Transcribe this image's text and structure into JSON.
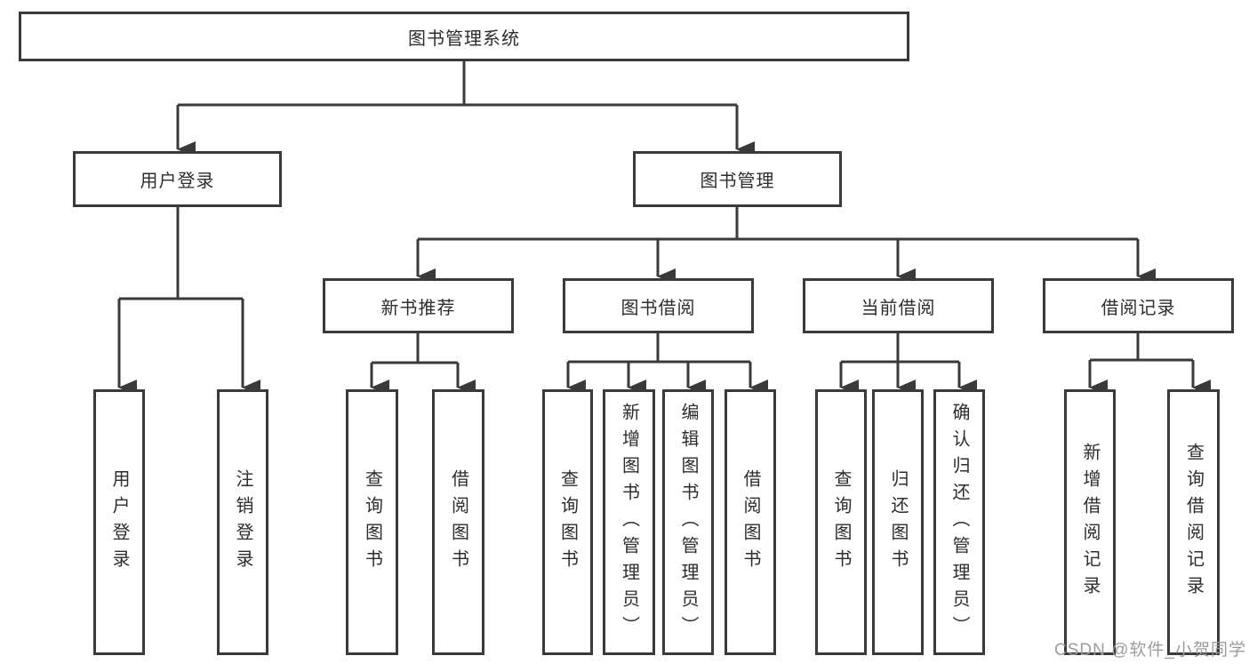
{
  "diagram": {
    "title": "图书管理系统",
    "colors": {
      "line": "#3a3a3a",
      "text": "#2d2d2d",
      "background": "#ffffff",
      "watermark": "#9c9c9c"
    },
    "user_login": {
      "label": "用户登录",
      "children": {
        "login": "用户登录",
        "logout": "注销登录"
      }
    },
    "book_mgmt": {
      "label": "图书管理",
      "new_books": {
        "label": "新书推荐",
        "children": {
          "query": "查询图书",
          "borrow": "借阅图书"
        }
      },
      "borrowing": {
        "label": "图书借阅",
        "children": {
          "query": "查询图书",
          "add": "新增图书（管理员）",
          "edit": "编辑图书（管理员）",
          "borrow": "借阅图书"
        }
      },
      "current": {
        "label": "当前借阅",
        "children": {
          "query": "查询图书",
          "return": "归还图书",
          "confirm": "确认归还（管理员）"
        }
      },
      "records": {
        "label": "借阅记录",
        "children": {
          "add": "新增借阅记录",
          "query": "查询借阅记录"
        }
      }
    },
    "watermark": "CSDN @软件_小贺同学"
  }
}
